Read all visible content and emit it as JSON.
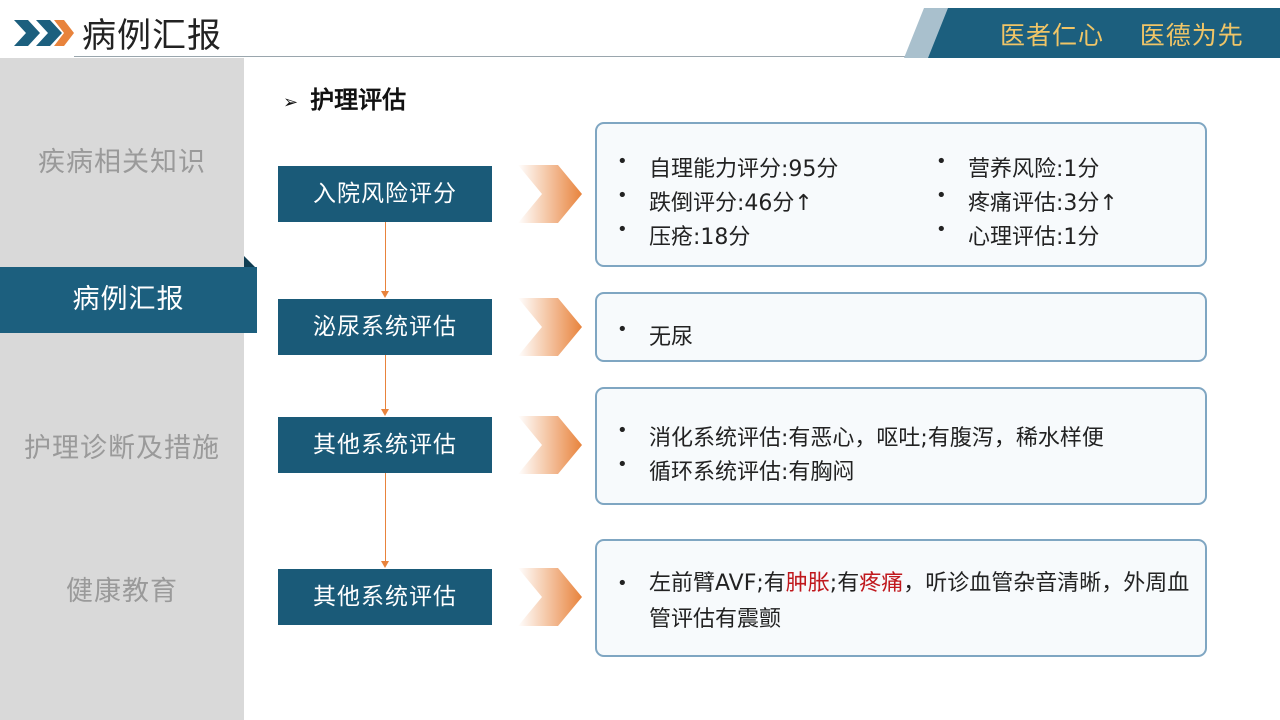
{
  "header": {
    "title": "病例汇报",
    "slogan": "医者仁心    医德为先",
    "colors": {
      "primary": "#1c5f7e",
      "accent": "#e8833c",
      "slogan": "#f0c567"
    }
  },
  "sidebar": {
    "items": [
      {
        "label": "疾病相关知识",
        "active": false
      },
      {
        "label": "病例汇报",
        "active": true
      },
      {
        "label": "护理诊断及措施",
        "active": false
      },
      {
        "label": "健康教育",
        "active": false
      }
    ]
  },
  "main": {
    "heading": "护理评估",
    "sections": [
      {
        "label": "入院风险评分",
        "left": [
          "自理能力评分:95分",
          "跌倒评分:46分↑",
          "压疮:18分"
        ],
        "right": [
          "营养风险:1分",
          "疼痛评估:3分↑",
          "心理评估:1分"
        ]
      },
      {
        "label": "泌尿系统评估",
        "items": [
          "无尿"
        ]
      },
      {
        "label": "其他系统评估",
        "items": [
          "消化系统评估:有恶心，呕吐;有腹泻，稀水样便",
          "循环系统评估:有胸闷"
        ]
      },
      {
        "label": "其他系统评估",
        "rich": {
          "t1": "左前臂AVF;有",
          "t2": "肿胀",
          "t3": ";有",
          "t4": "疼痛",
          "t5": "，听诊血管杂音清晰，外周血管评估有震颤"
        }
      }
    ]
  }
}
